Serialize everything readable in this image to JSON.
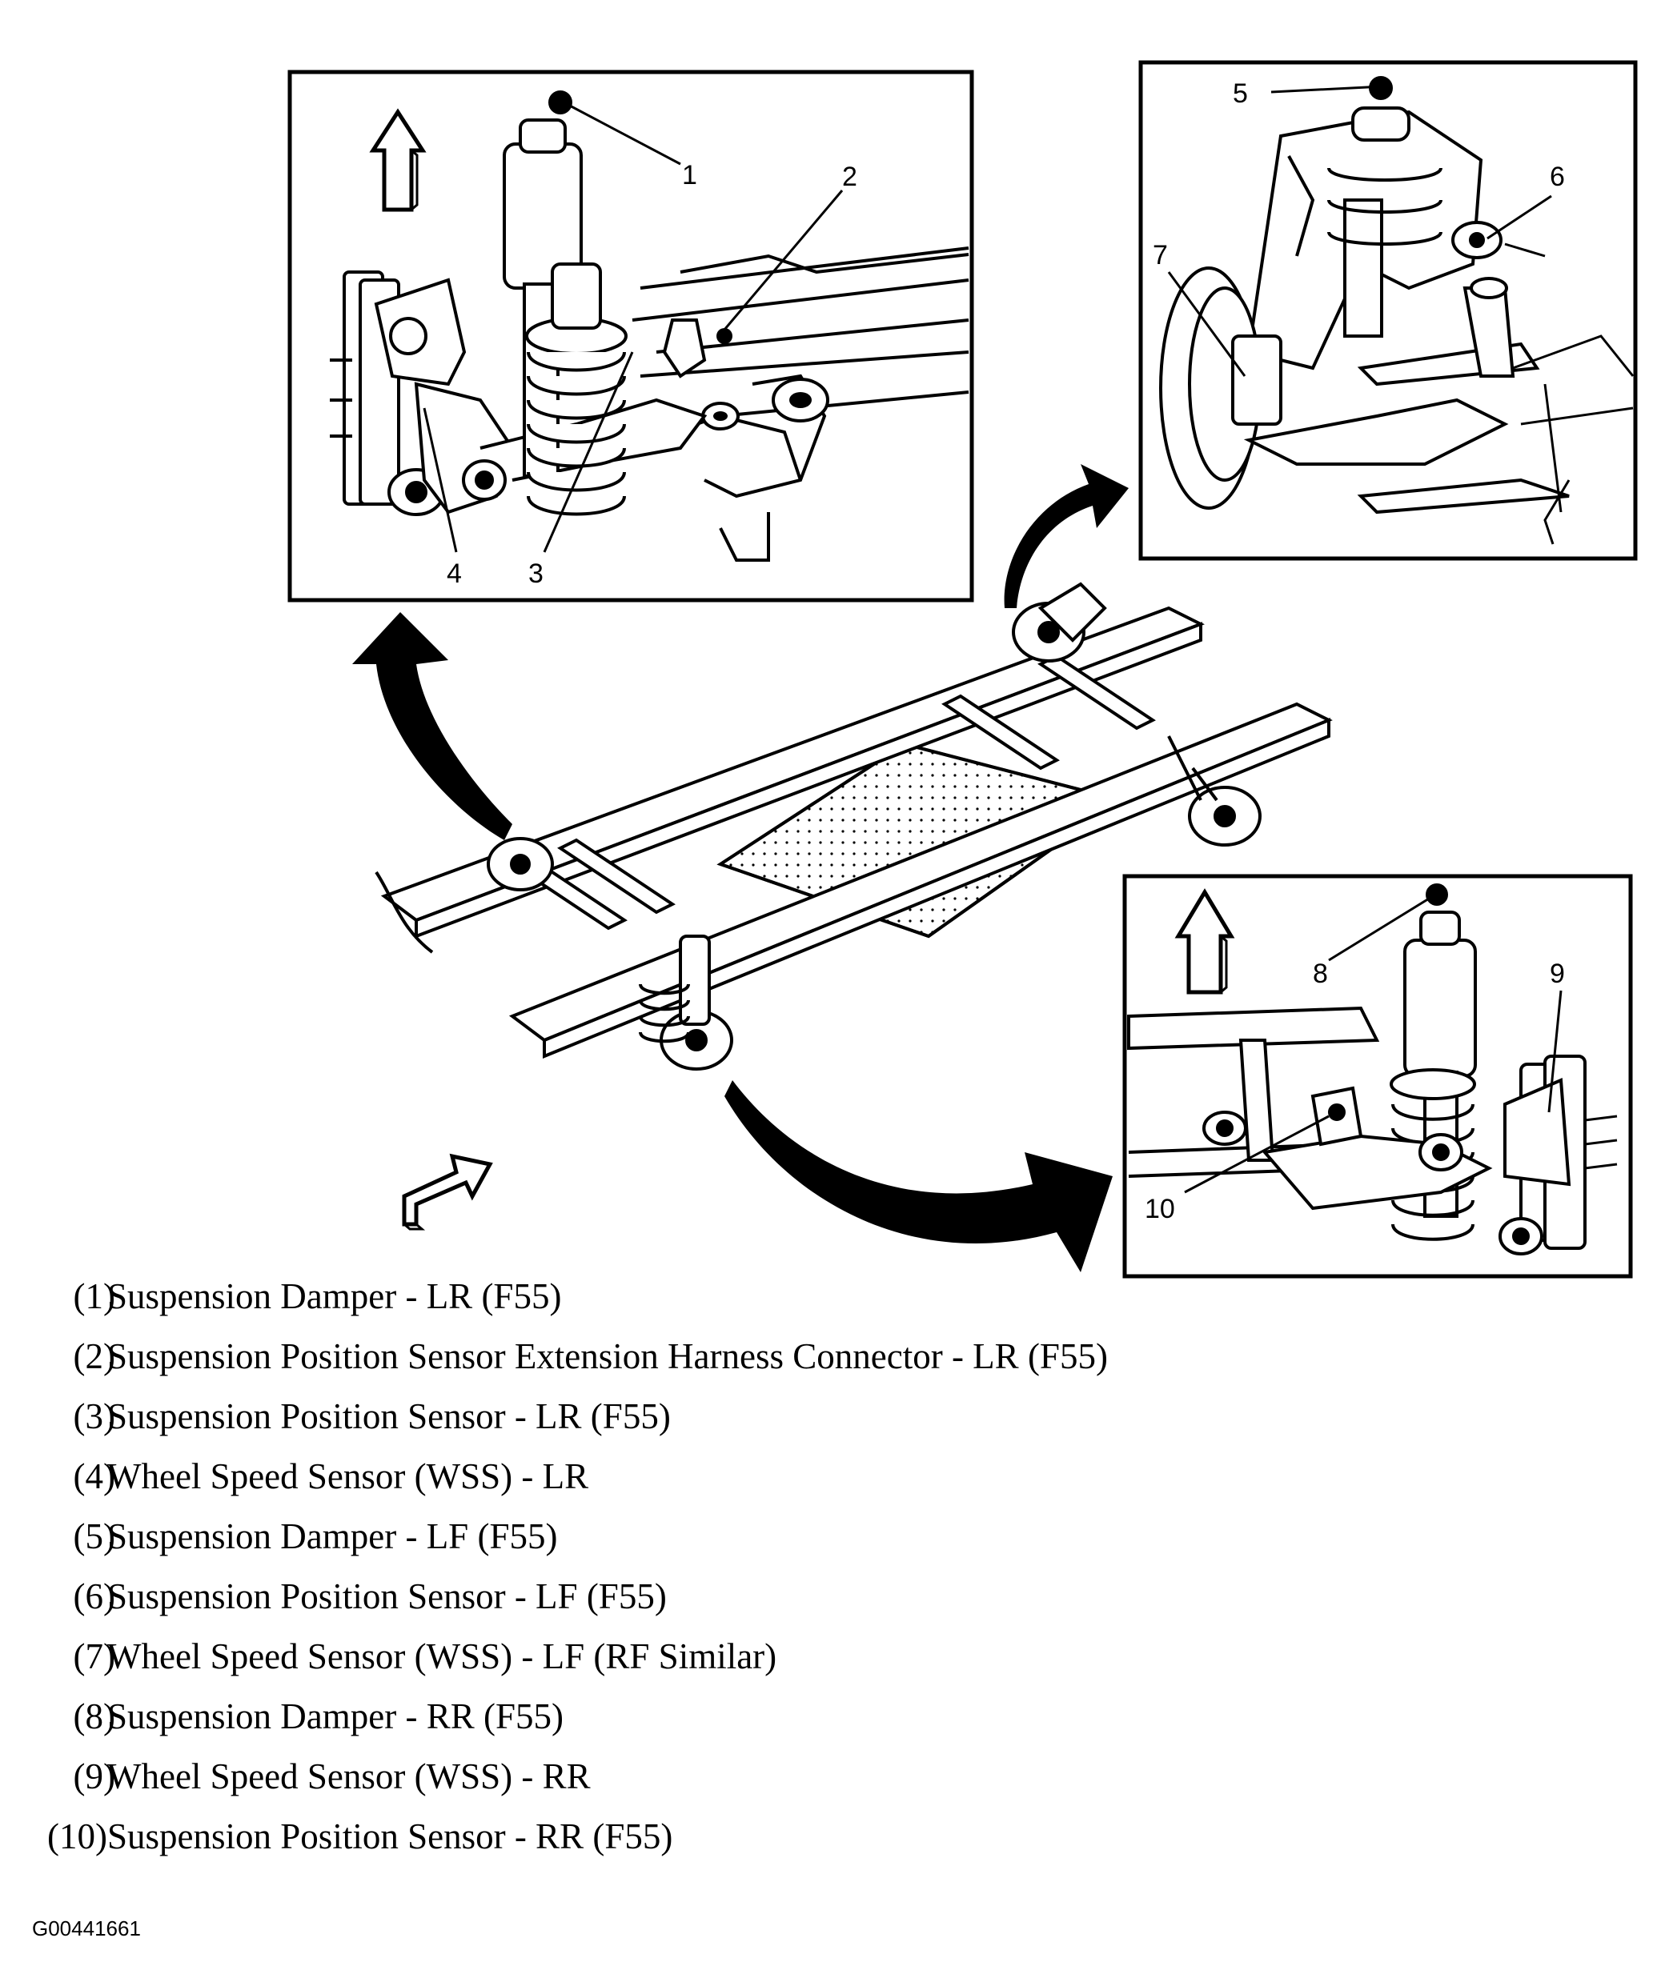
{
  "callouts": {
    "c1": "1",
    "c2": "2",
    "c3": "3",
    "c4": "4",
    "c5": "5",
    "c6": "6",
    "c7": "7",
    "c8": "8",
    "c9": "9",
    "c10": "10"
  },
  "legend": [
    {
      "num": "(1)",
      "text": "Suspension Damper - LR (F55)"
    },
    {
      "num": "(2)",
      "text": "Suspension Position Sensor Extension Harness Connector - LR (F55)"
    },
    {
      "num": "(3)",
      "text": "Suspension Position Sensor - LR (F55)"
    },
    {
      "num": "(4)",
      "text": "Wheel Speed Sensor (WSS) - LR"
    },
    {
      "num": "(5)",
      "text": "Suspension Damper - LF (F55)"
    },
    {
      "num": "(6)",
      "text": "Suspension Position Sensor - LF (F55)"
    },
    {
      "num": "(7)",
      "text": "Wheel Speed Sensor (WSS) - LF (RF Similar)"
    },
    {
      "num": "(8)",
      "text": "Suspension Damper - RR (F55)"
    },
    {
      "num": "(9)",
      "text": "Wheel Speed Sensor (WSS) - RR"
    },
    {
      "num": "(10)",
      "text": "Suspension Position Sensor - RR (F55)"
    }
  ],
  "figure_id": "G00441661",
  "icons": [
    "up-arrow-icon",
    "forward-arrow-icon",
    "curved-arrow-icon"
  ]
}
